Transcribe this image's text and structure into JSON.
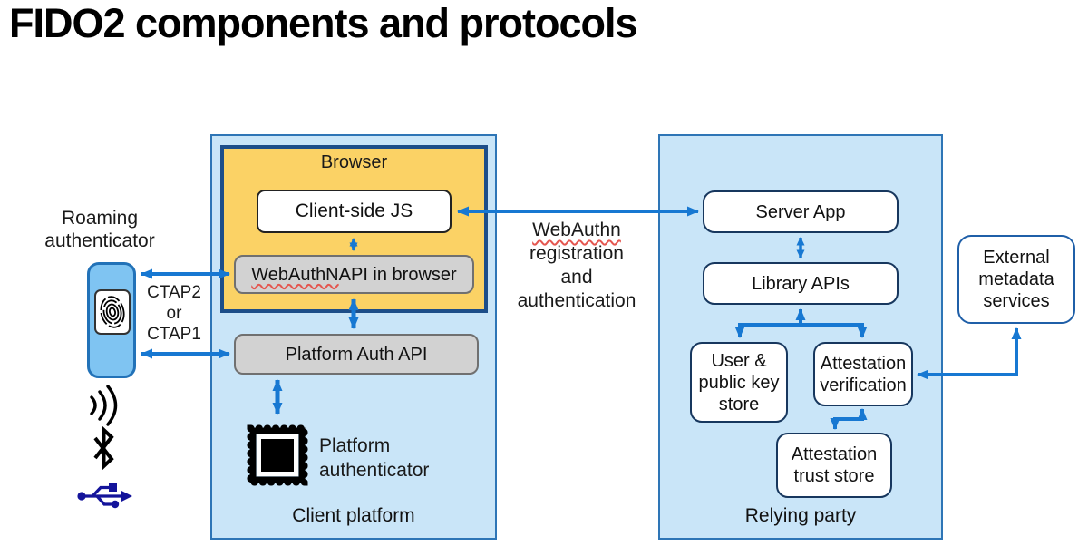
{
  "title": "FIDO2 components and protocols",
  "left": {
    "roaming_label": "Roaming\nauthenticator",
    "ctap_label": "CTAP2\nor\nCTAP1",
    "icons": [
      "fingerprint-icon",
      "contactless-icon",
      "bluetooth-icon",
      "usb-icon"
    ]
  },
  "client_platform": {
    "label": "Client platform",
    "browser": {
      "label": "Browser",
      "client_js": "Client-side JS",
      "webauthn_api": {
        "word": "WebAuthN",
        "rest": " API in browser"
      }
    },
    "platform_auth_api": "Platform Auth API",
    "platform_authenticator": "Platform\nauthenticator"
  },
  "middle": {
    "word": "WebAuthn",
    "rest": "registration\nand\nauthentication"
  },
  "relying_party": {
    "label": "Relying party",
    "server_app": "Server App",
    "library_apis": "Library APIs",
    "user_store": "User &\npublic key\nstore",
    "attestation_verification": "Attestation\nverification",
    "attestation_trust_store": "Attestation\ntrust store"
  },
  "external": {
    "label": "External\nmetadata\nservices"
  },
  "colors": {
    "arrow_blue": "#1778d2",
    "panel_fill": "#c9e5f8",
    "panel_border": "#2e75b6",
    "browser_fill": "#fbd265",
    "browser_border": "#1d4e89",
    "gray_box_fill": "#d2d2d2",
    "white_box_border": "#17375e",
    "device_fill": "#7fc4f2",
    "usb_navy": "#14149b",
    "spellcheck_red": "#e4564f",
    "text_black": "#111111"
  }
}
